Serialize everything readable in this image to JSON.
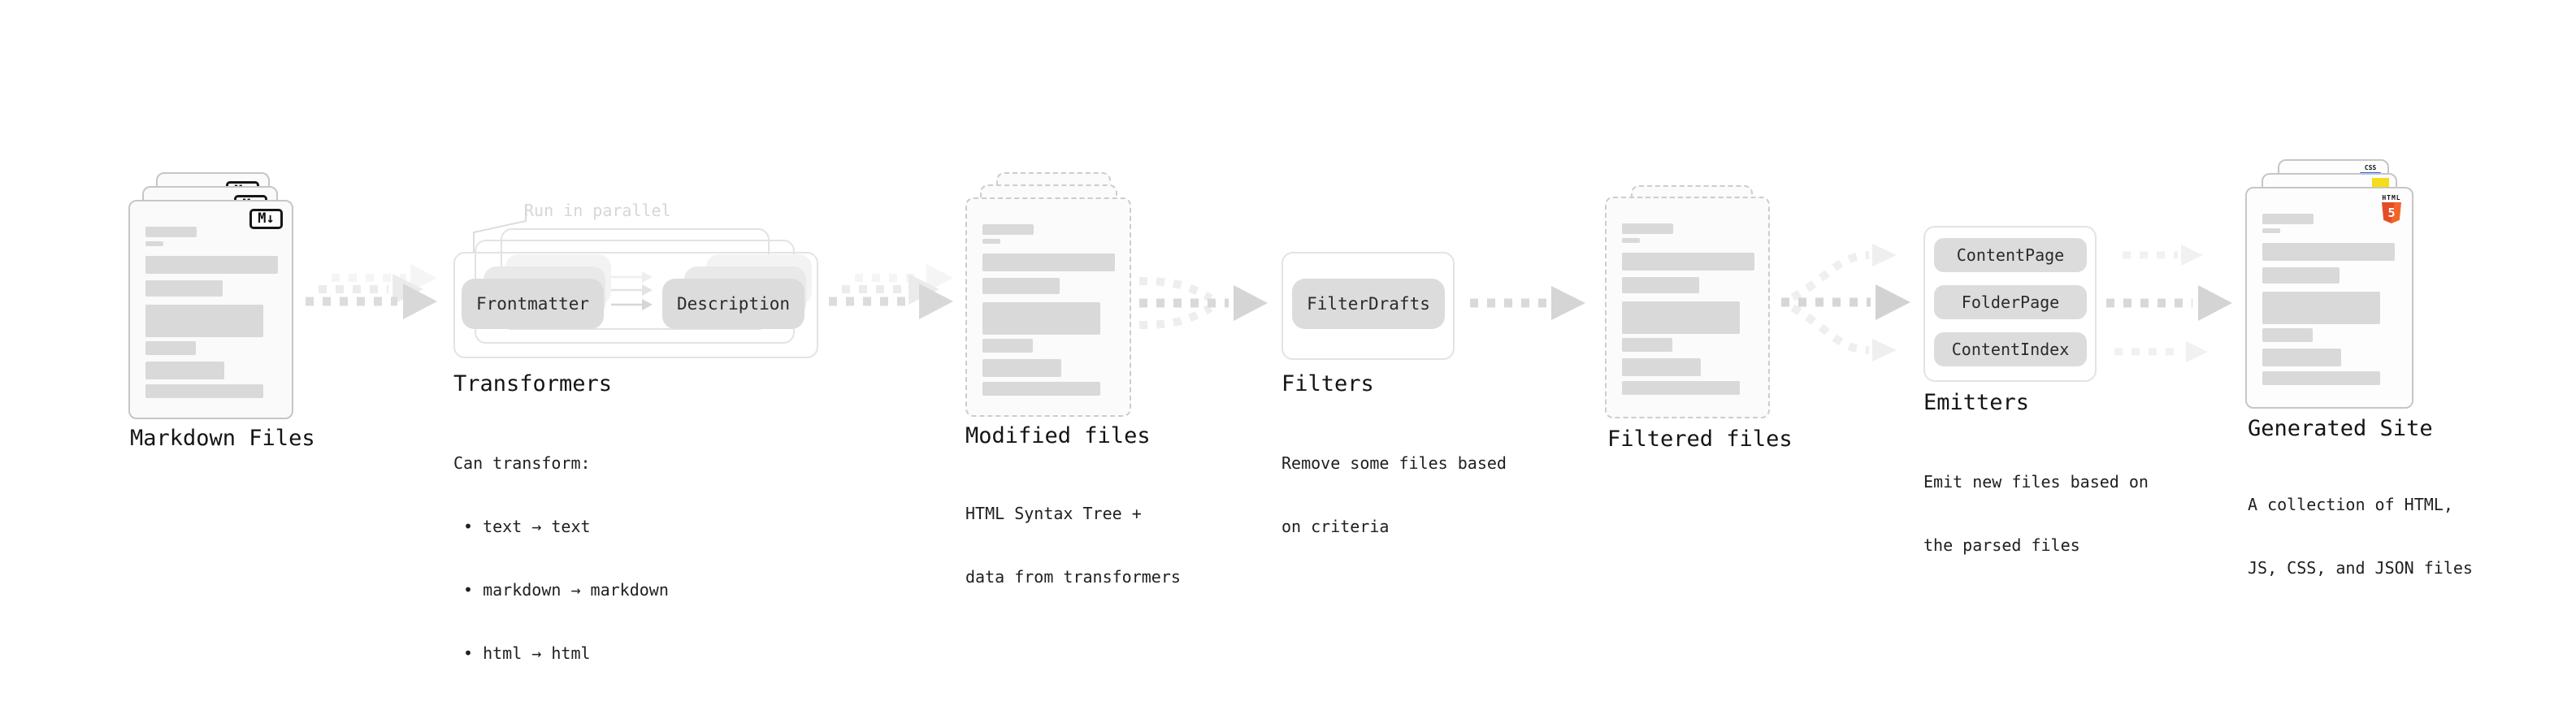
{
  "nodes": {
    "markdown_files": {
      "title": "Markdown Files",
      "badge": "M↓"
    },
    "transformers": {
      "title": "Transformers",
      "callout": "Run in parallel",
      "pill_left": "Frontmatter",
      "pill_right": "Description",
      "desc_heading": "Can transform:",
      "bullets": [
        "• text → text",
        "• markdown → markdown",
        "• html → html"
      ]
    },
    "modified_files": {
      "title": "Modified files",
      "desc_lines": [
        "HTML Syntax Tree +",
        "data from transformers"
      ]
    },
    "filters": {
      "title": "Filters",
      "pill": "FilterDrafts",
      "desc_lines": [
        "Remove some files based",
        "on criteria"
      ]
    },
    "filtered_files": {
      "title": "Filtered files"
    },
    "emitters": {
      "title": "Emitters",
      "pills": [
        "ContentPage",
        "FolderPage",
        "ContentIndex"
      ],
      "desc_lines": [
        "Emit new files based on",
        "the parsed files"
      ]
    },
    "generated_site": {
      "title": "Generated Site",
      "desc_lines": [
        "A collection of HTML,",
        "JS, CSS, and JSON files"
      ],
      "badge_html_label": "HTML",
      "badge_html_number": "5",
      "badge_css_label": "CSS"
    }
  },
  "colors": {
    "skeleton": "#d9d9d9",
    "pill_bg": "#dcdcdc",
    "html5_orange": "#e44d26",
    "js_yellow": "#f5de19",
    "css_blue": "#2965f1"
  }
}
